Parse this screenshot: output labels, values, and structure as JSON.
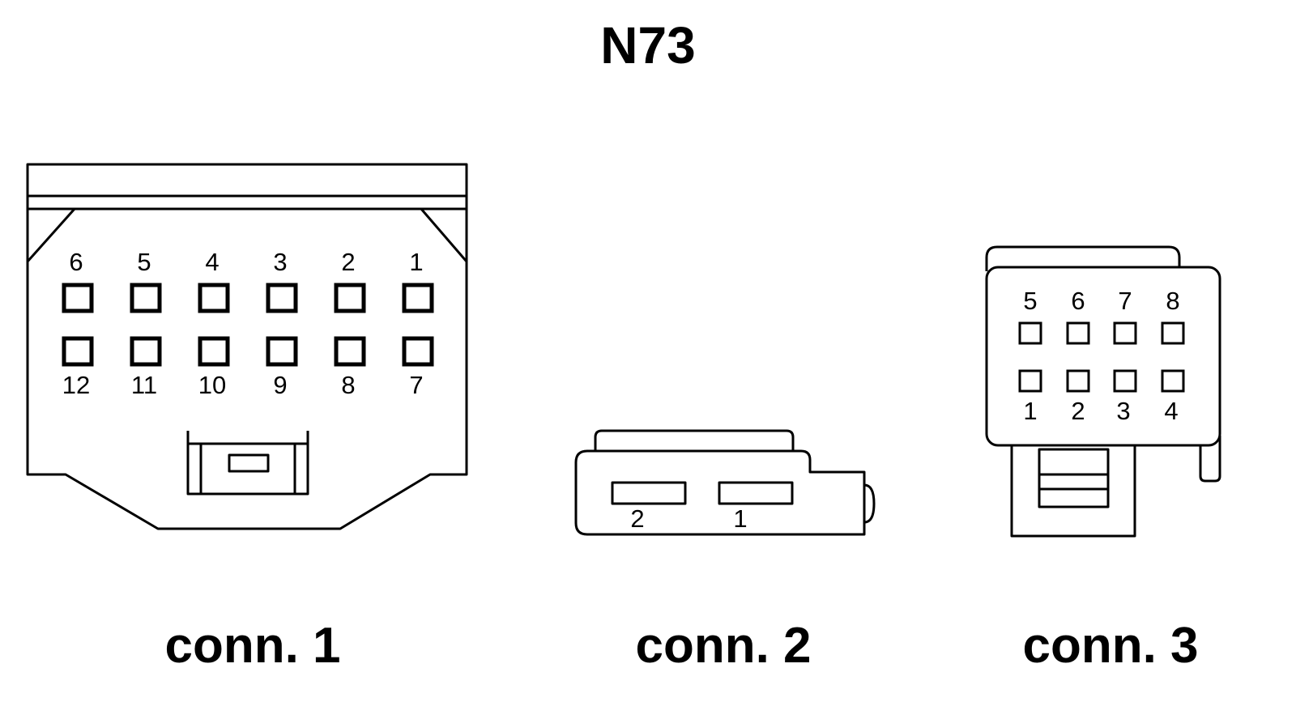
{
  "title": "N73",
  "connectors": [
    {
      "caption": "conn. 1",
      "pins_top": [
        "6",
        "5",
        "4",
        "3",
        "2",
        "1"
      ],
      "pins_bottom": [
        "12",
        "11",
        "10",
        "9",
        "8",
        "7"
      ]
    },
    {
      "caption": "conn. 2",
      "pins": [
        "2",
        "1"
      ]
    },
    {
      "caption": "conn. 3",
      "pins_top": [
        "5",
        "6",
        "7",
        "8"
      ],
      "pins_bottom": [
        "1",
        "2",
        "3",
        "4"
      ]
    }
  ]
}
